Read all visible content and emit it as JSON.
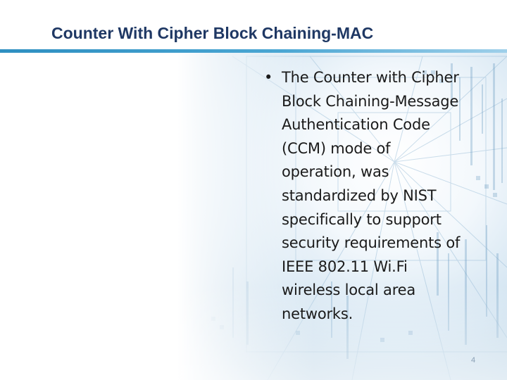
{
  "slide": {
    "title": "Counter With Cipher Block Chaining-MAC",
    "bullets": [
      {
        "mark": "•",
        "text": "The Counter with Cipher Block Chaining-Message Authentication Code (CCM) mode of operation, was standardized by NIST specifically to support security requirements of IEEE 802.11 Wi.Fi wireless local area networks."
      }
    ],
    "page_number": "4"
  },
  "colors": {
    "title": "#1f3864",
    "accent_rule": "#2e8fc1",
    "body_text": "#1a1a1a",
    "background_tint": "#cfe2f0"
  },
  "icons": {
    "background": "digital-circuit-background-icon"
  }
}
